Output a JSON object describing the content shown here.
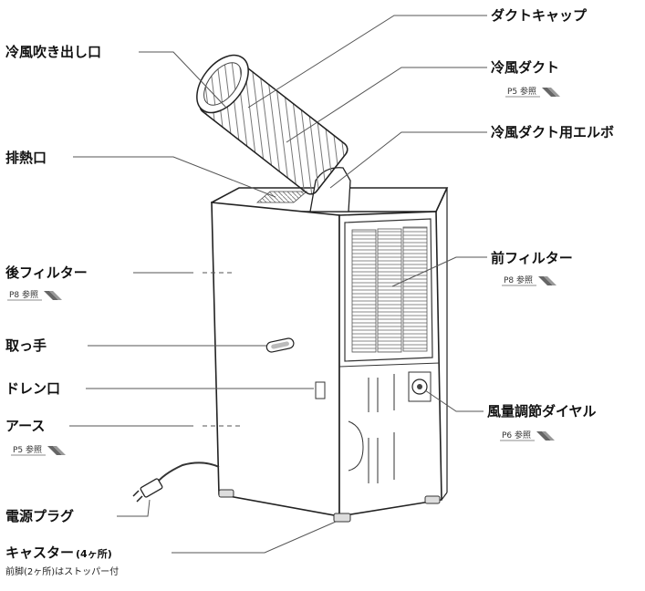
{
  "labels": {
    "cold_air_outlet": "冷風吹き出し口",
    "duct_cap": "ダクトキャップ",
    "cold_air_duct": "冷風ダクト",
    "cold_air_duct_ref": "P5 参照",
    "duct_elbow": "冷風ダクト用エルボ",
    "exhaust_port": "排熱口",
    "rear_filter": "後フィルター",
    "rear_filter_ref": "P8 参照",
    "front_filter": "前フィルター",
    "front_filter_ref": "P8 参照",
    "handle": "取っ手",
    "drain_port": "ドレン口",
    "airflow_dial": "風量調節ダイヤル",
    "airflow_dial_ref": "P6 参照",
    "earth": "アース",
    "earth_ref": "P5 参照",
    "power_plug": "電源プラグ",
    "caster": "キャスター",
    "caster_count": "(4ヶ所)",
    "caster_note": "前脚(2ヶ所)はストッパー付"
  },
  "colors": {
    "line": "#555555",
    "outline": "#222222",
    "ref_stripe": "#666666"
  }
}
